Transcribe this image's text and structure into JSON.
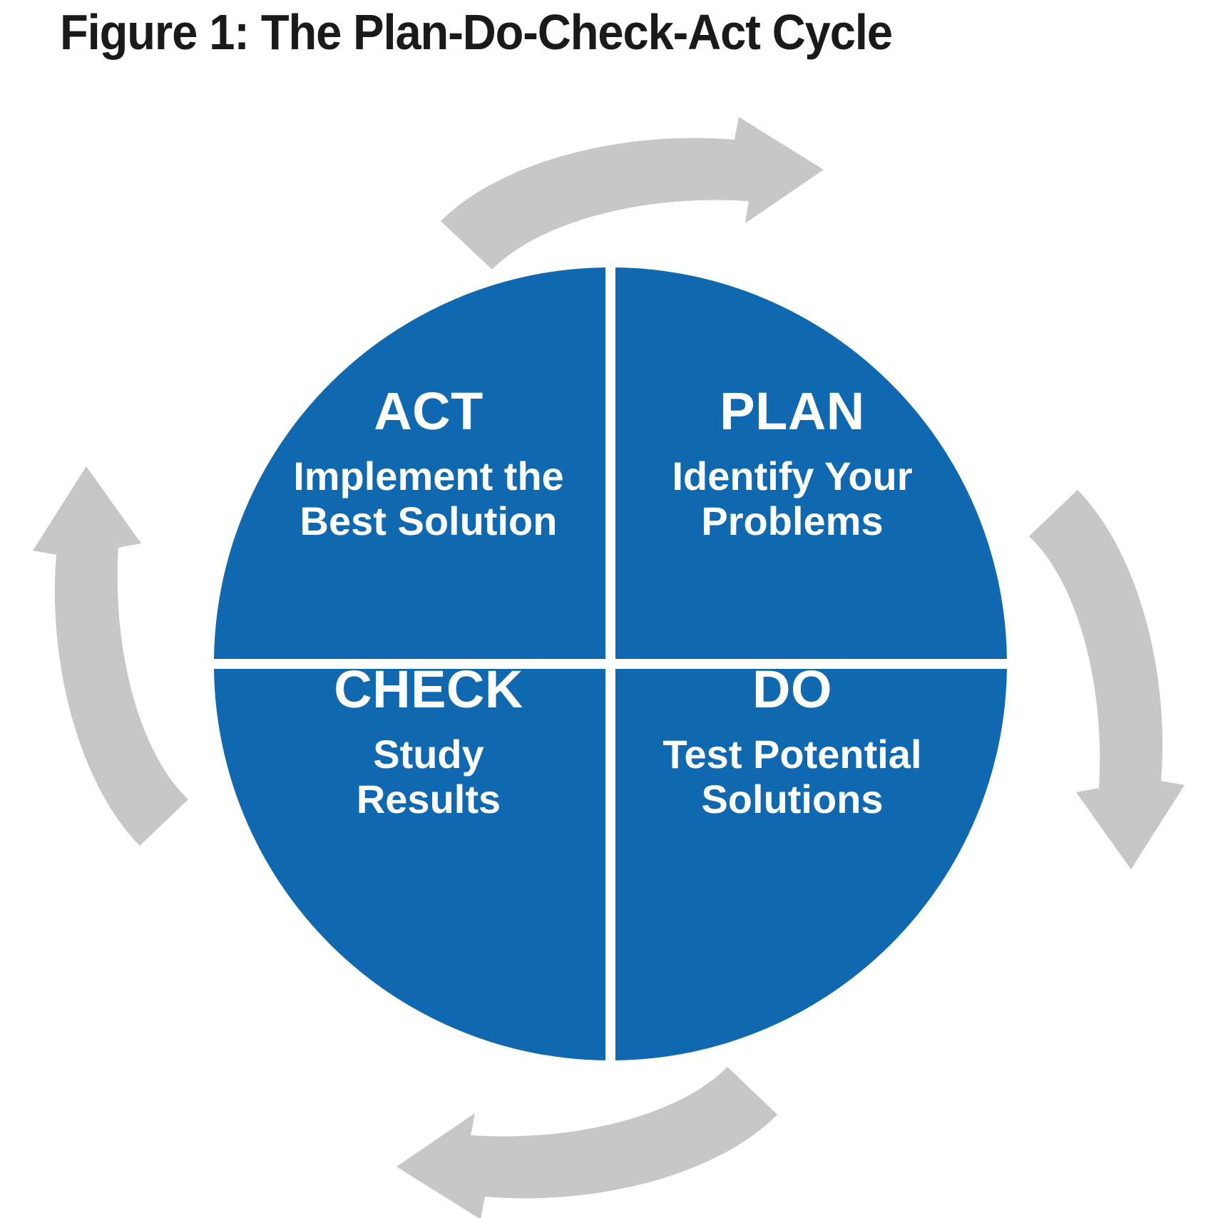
{
  "figure": {
    "title": "Figure 1: The Plan-Do-Check-Act Cycle",
    "background_color": "#ffffff",
    "wheel_color": "#1069b0",
    "arrow_color": "#c7c7c7",
    "text_color": "#ffffff",
    "title_color": "#1a1a1a"
  },
  "diagram": {
    "type": "cycle-wheel",
    "direction": "clockwise",
    "quadrants": [
      {
        "id": "plan",
        "position": "top-right",
        "title": "PLAN",
        "subtitle_line1": "Identify Your",
        "subtitle_line2": "Problems"
      },
      {
        "id": "do",
        "position": "bottom-right",
        "title": "DO",
        "subtitle_line1": "Test Potential",
        "subtitle_line2": "Solutions"
      },
      {
        "id": "check",
        "position": "bottom-left",
        "title": "CHECK",
        "subtitle_line1": "Study",
        "subtitle_line2": "Results"
      },
      {
        "id": "act",
        "position": "top-left",
        "title": "ACT",
        "subtitle_line1": "Implement the",
        "subtitle_line2": "Best Solution"
      }
    ],
    "arrows": [
      {
        "id": "arrow-top",
        "name": "top-curved-arrow-right",
        "points": "right"
      },
      {
        "id": "arrow-right",
        "name": "right-curved-arrow-down",
        "points": "down"
      },
      {
        "id": "arrow-bottom",
        "name": "bottom-curved-arrow-left",
        "points": "left"
      },
      {
        "id": "arrow-left",
        "name": "left-curved-arrow-up",
        "points": "up"
      }
    ]
  }
}
